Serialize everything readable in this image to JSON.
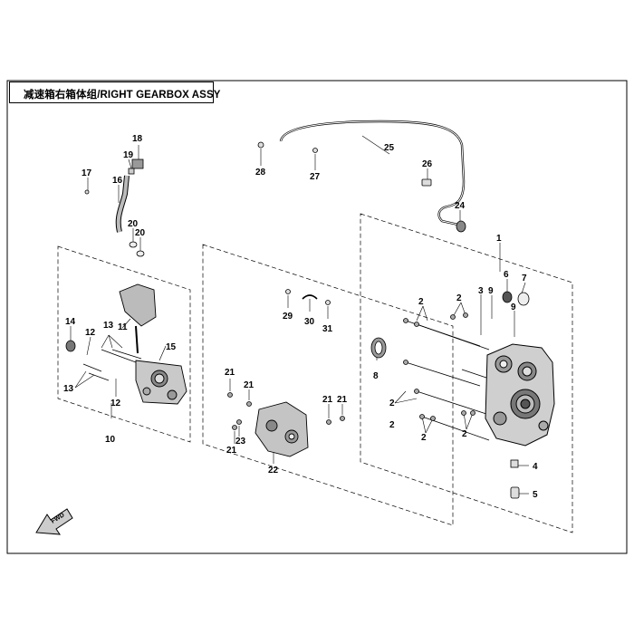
{
  "diagram": {
    "title": "减速箱右箱体组/RIGHT GEARBOX ASSY",
    "direction_label": "FWD",
    "callouts": [
      {
        "id": "c1",
        "label": "1"
      },
      {
        "id": "c2a",
        "label": "2"
      },
      {
        "id": "c2b",
        "label": "2"
      },
      {
        "id": "c2c",
        "label": "2"
      },
      {
        "id": "c2d",
        "label": "2"
      },
      {
        "id": "c2e",
        "label": "2"
      },
      {
        "id": "c2f",
        "label": "2"
      },
      {
        "id": "c3",
        "label": "3"
      },
      {
        "id": "c4",
        "label": "4"
      },
      {
        "id": "c5",
        "label": "5"
      },
      {
        "id": "c6",
        "label": "6"
      },
      {
        "id": "c7",
        "label": "7"
      },
      {
        "id": "c8",
        "label": "8"
      },
      {
        "id": "c9a",
        "label": "9"
      },
      {
        "id": "c9b",
        "label": "9"
      },
      {
        "id": "c10",
        "label": "10"
      },
      {
        "id": "c11",
        "label": "11"
      },
      {
        "id": "c12a",
        "label": "12"
      },
      {
        "id": "c12b",
        "label": "12"
      },
      {
        "id": "c13a",
        "label": "13"
      },
      {
        "id": "c13b",
        "label": "13"
      },
      {
        "id": "c14",
        "label": "14"
      },
      {
        "id": "c15",
        "label": "15"
      },
      {
        "id": "c16",
        "label": "16"
      },
      {
        "id": "c17",
        "label": "17"
      },
      {
        "id": "c18",
        "label": "18"
      },
      {
        "id": "c19",
        "label": "19"
      },
      {
        "id": "c20a",
        "label": "20"
      },
      {
        "id": "c20b",
        "label": "20"
      },
      {
        "id": "c21a",
        "label": "21"
      },
      {
        "id": "c21b",
        "label": "21"
      },
      {
        "id": "c21c",
        "label": "21"
      },
      {
        "id": "c21d",
        "label": "21"
      },
      {
        "id": "c21e",
        "label": "21"
      },
      {
        "id": "c22",
        "label": "22"
      },
      {
        "id": "c23",
        "label": "23"
      },
      {
        "id": "c24",
        "label": "24"
      },
      {
        "id": "c25",
        "label": "25"
      },
      {
        "id": "c26",
        "label": "26"
      },
      {
        "id": "c27",
        "label": "27"
      },
      {
        "id": "c28",
        "label": "28"
      },
      {
        "id": "c29",
        "label": "29"
      },
      {
        "id": "c30",
        "label": "30"
      },
      {
        "id": "c31",
        "label": "31"
      }
    ]
  }
}
